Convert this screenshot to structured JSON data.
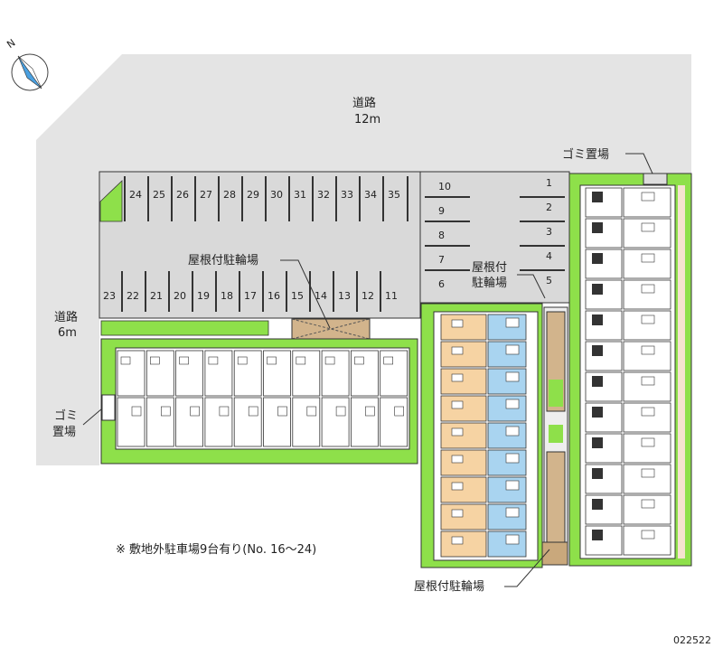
{
  "compass": {
    "north_label": "N"
  },
  "roads": {
    "top": {
      "name": "道路",
      "width": "12m"
    },
    "left": {
      "name": "道路",
      "width": "6m"
    }
  },
  "labels": {
    "garbage_top": "ゴミ置場",
    "garbage_left_1": "ゴミ",
    "garbage_left_2": "置場",
    "bike_center": "屋根付駐輪場",
    "bike_right_1": "屋根付",
    "bike_right_2": "駐輪場",
    "bike_bottom": "屋根付駐輪場"
  },
  "parking": {
    "top_row": [
      "24",
      "25",
      "26",
      "27",
      "28",
      "29",
      "30",
      "31",
      "32",
      "33",
      "34",
      "35"
    ],
    "bottom_row": [
      "23",
      "22",
      "21",
      "20",
      "19",
      "18",
      "17",
      "16",
      "15",
      "14",
      "13",
      "12",
      "11"
    ],
    "right_left_col": [
      "10",
      "9",
      "8",
      "7",
      "6"
    ],
    "right_right_col": [
      "1",
      "2",
      "3",
      "4",
      "5"
    ]
  },
  "note": "※ 敷地外駐車場9台有り(No. 16～24)",
  "code": "022522",
  "colors": {
    "road": "#e4e4e4",
    "lot": "#d9d9d9",
    "green": "#8ee04a",
    "unit_orange": "#f6d3a3",
    "unit_blue": "#a9d4f0",
    "bike": "#d2b48c"
  }
}
